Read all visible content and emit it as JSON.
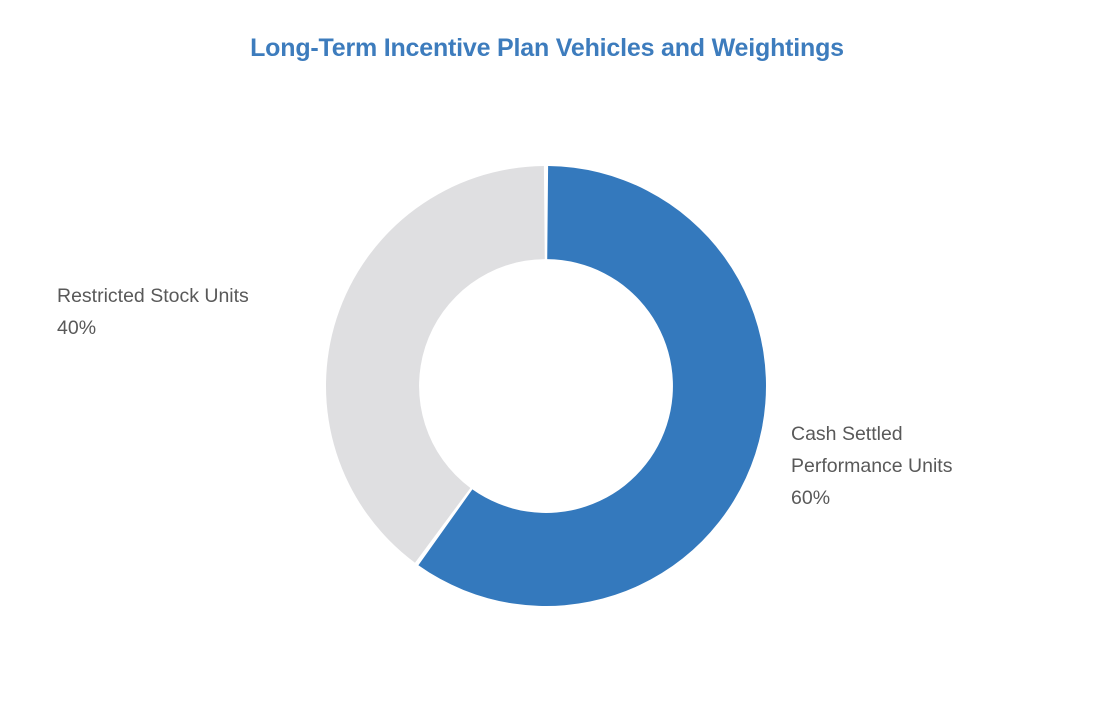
{
  "chart_data": {
    "type": "pie",
    "variant": "donut",
    "title": "Long-Term Incentive Plan Vehicles and Weightings",
    "subtitle": "",
    "xlabel": "",
    "ylabel": "",
    "legend_position": "none",
    "grid": false,
    "units": "percent",
    "total": 100,
    "categories": [
      "Cash Settled Performance Units",
      "Restricted Stock Units"
    ],
    "values": [
      60,
      40
    ],
    "value_labels": [
      "60%",
      "40%"
    ],
    "colors": [
      "#3479bd",
      "#dfdfe1"
    ],
    "start_angle_deg": 0,
    "direction": "clockwise",
    "inner_radius_ratio": 0.577,
    "slices": [
      {
        "name": "Cash Settled Performance Units",
        "value": 60,
        "value_label": "60%",
        "color": "#3479bd",
        "start_angle_deg": 0,
        "end_angle_deg": 216,
        "label_lines": [
          "Cash Settled",
          "Performance Units",
          "60%"
        ],
        "label_position": "outside-right"
      },
      {
        "name": "Restricted Stock Units",
        "value": 40,
        "value_label": "40%",
        "color": "#dfdfe1",
        "start_angle_deg": 216,
        "end_angle_deg": 360,
        "label_lines": [
          "Restricted Stock Units",
          "40%"
        ],
        "label_position": "outside-left"
      }
    ]
  },
  "title": {
    "text": "Long-Term Incentive Plan Vehicles and Weightings",
    "color": "#3d7cbd"
  },
  "labels": {
    "restricted_stock_units": {
      "line1": "Restricted Stock Units",
      "line2": "40%"
    },
    "cash_settled_performance_units": {
      "line1": "Cash Settled",
      "line2": "Performance Units",
      "line3": "60%"
    }
  },
  "theme": {
    "background": "#ffffff",
    "label_text_color": "#595959",
    "accent_blue": "#3479bd",
    "neutral_gray": "#dfdfe1"
  }
}
